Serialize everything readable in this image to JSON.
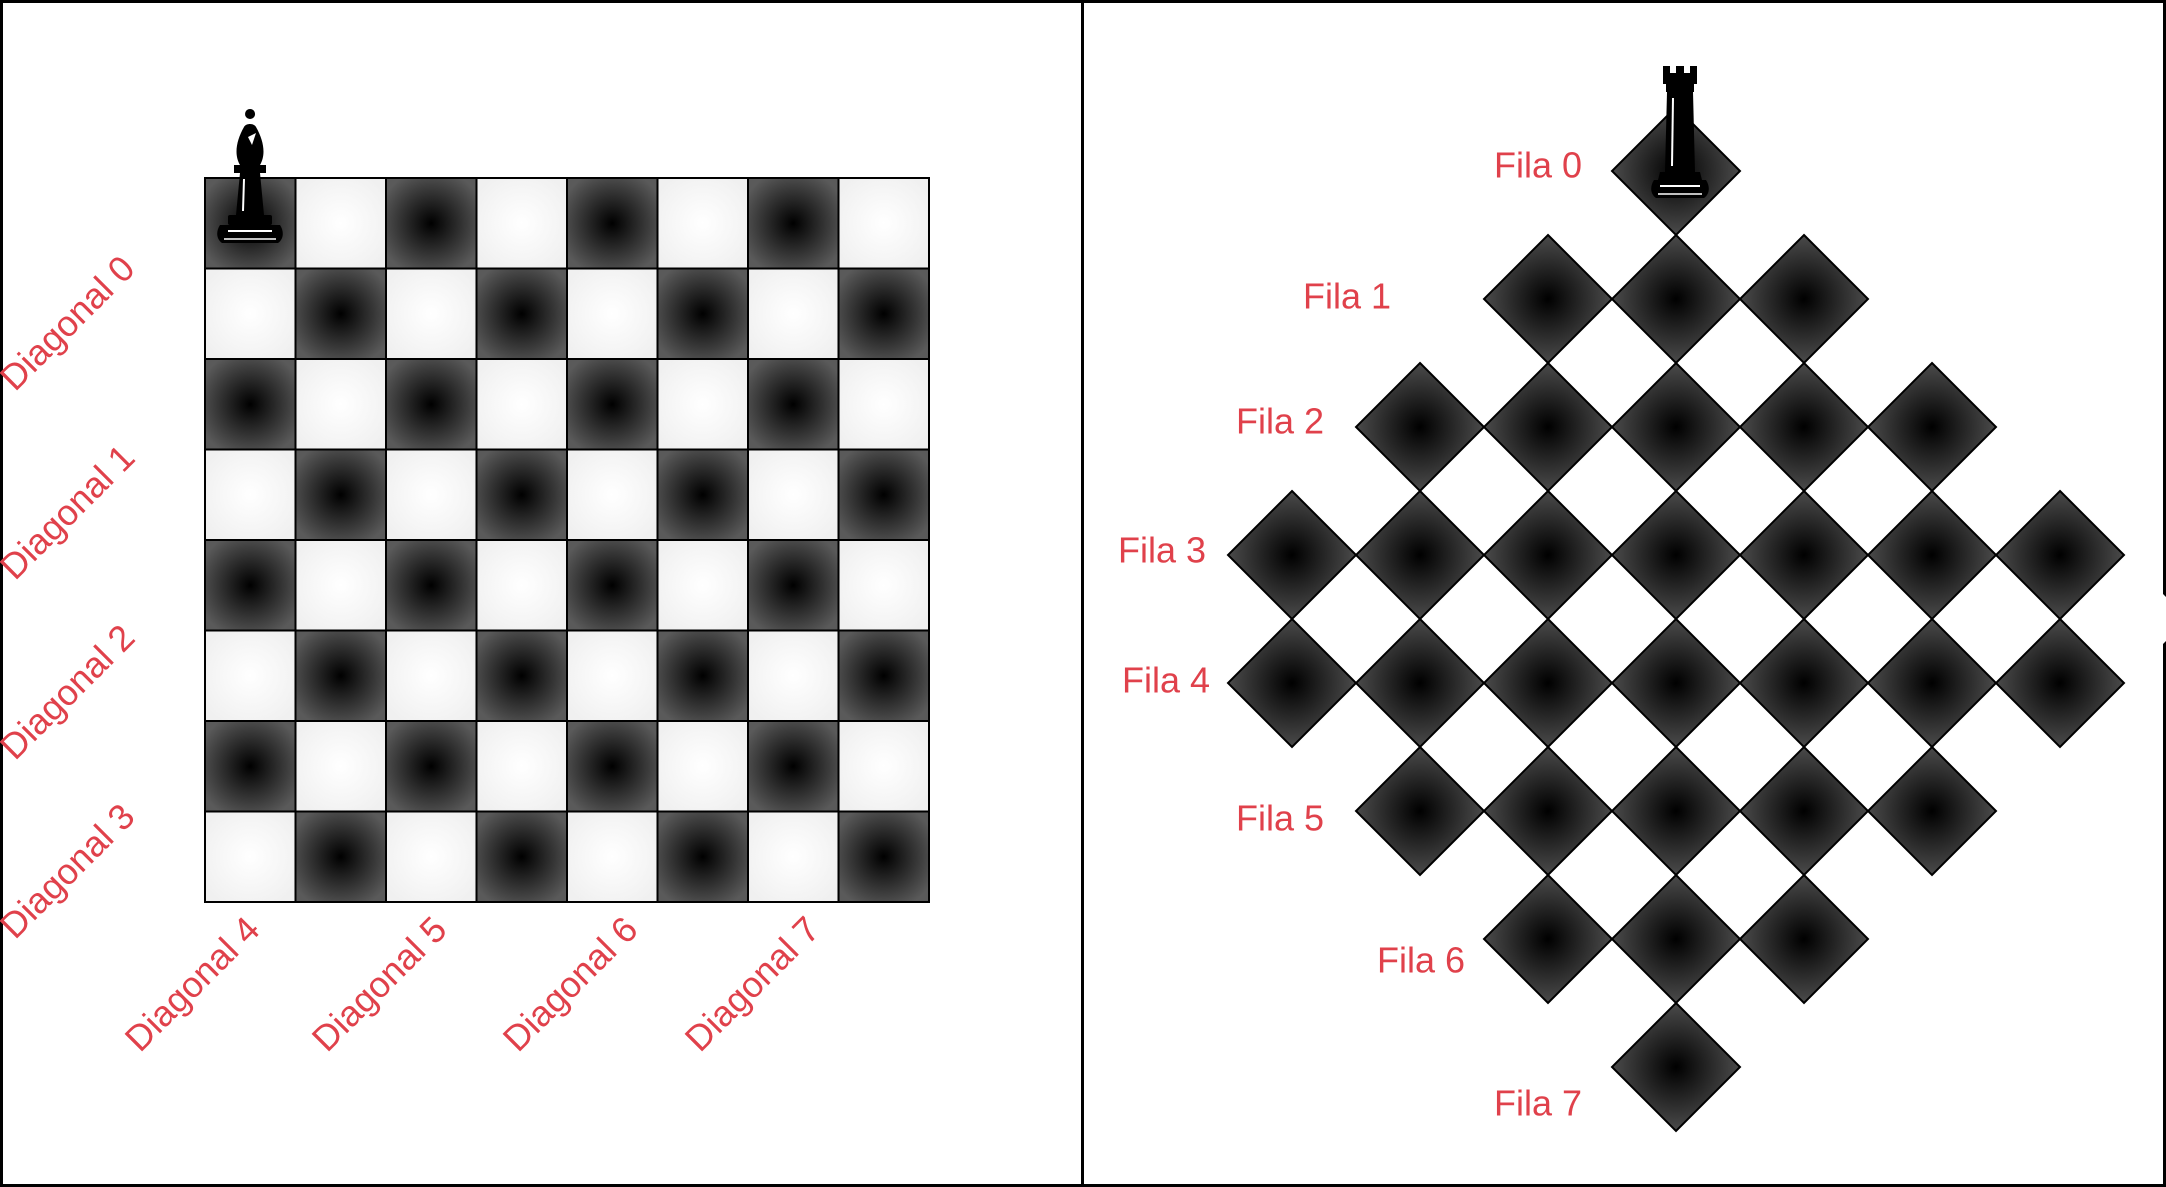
{
  "colors": {
    "label": "#e0414b",
    "border": "#000000",
    "light_square": "#f5f5f5",
    "dark_square_center": "#000000",
    "dark_square_edge": "#555555"
  },
  "left_panel": {
    "piece": "bishop-icon",
    "diagonal_labels": [
      "Diagonal 0",
      "Diagonal 1",
      "Diagonal 2",
      "Diagonal 3",
      "Diagonal 4",
      "Diagonal 5",
      "Diagonal 6",
      "Diagonal 7"
    ]
  },
  "right_panel": {
    "piece": "rook-icon",
    "row_labels": [
      "Fila 0",
      "Fila 1",
      "Fila 2",
      "Fila 3",
      "Fila 4",
      "Fila 5",
      "Fila 6",
      "Fila 7"
    ]
  }
}
